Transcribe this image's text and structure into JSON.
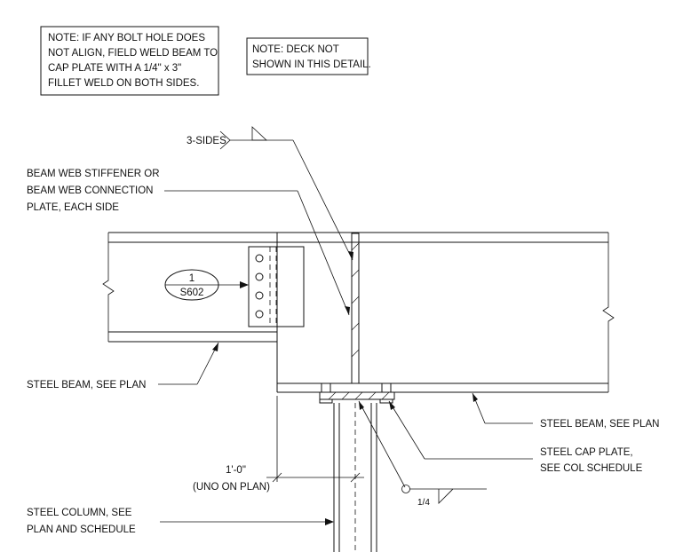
{
  "notes": {
    "bolt_hole": [
      "NOTE:  IF ANY BOLT HOLE DOES",
      "NOT ALIGN, FIELD WELD BEAM TO",
      "CAP PLATE WITH A 1/4\" x 3\"",
      "FILLET WELD ON BOTH SIDES."
    ],
    "deck": [
      "NOTE:  DECK NOT",
      "SHOWN IN THIS DETAIL."
    ]
  },
  "weld_symbol": {
    "tail_text": "3-SIDES"
  },
  "labels": {
    "stiffener": [
      "BEAM WEB STIFFENER OR",
      "BEAM WEB CONNECTION",
      "PLATE, EACH SIDE"
    ],
    "steel_beam_left": "STEEL BEAM, SEE PLAN",
    "steel_beam_right": "STEEL BEAM, SEE PLAN",
    "cap_plate": [
      "STEEL CAP PLATE,",
      "SEE COL SCHEDULE"
    ],
    "column": [
      "STEEL COLUMN, SEE",
      "PLAN AND SCHEDULE"
    ]
  },
  "detail_callout": {
    "number": "1",
    "sheet": "S602"
  },
  "dimension": {
    "value": "1'-0\"",
    "note": "(UNO ON PLAN)"
  },
  "fillet_weld": {
    "size": "1/4"
  }
}
